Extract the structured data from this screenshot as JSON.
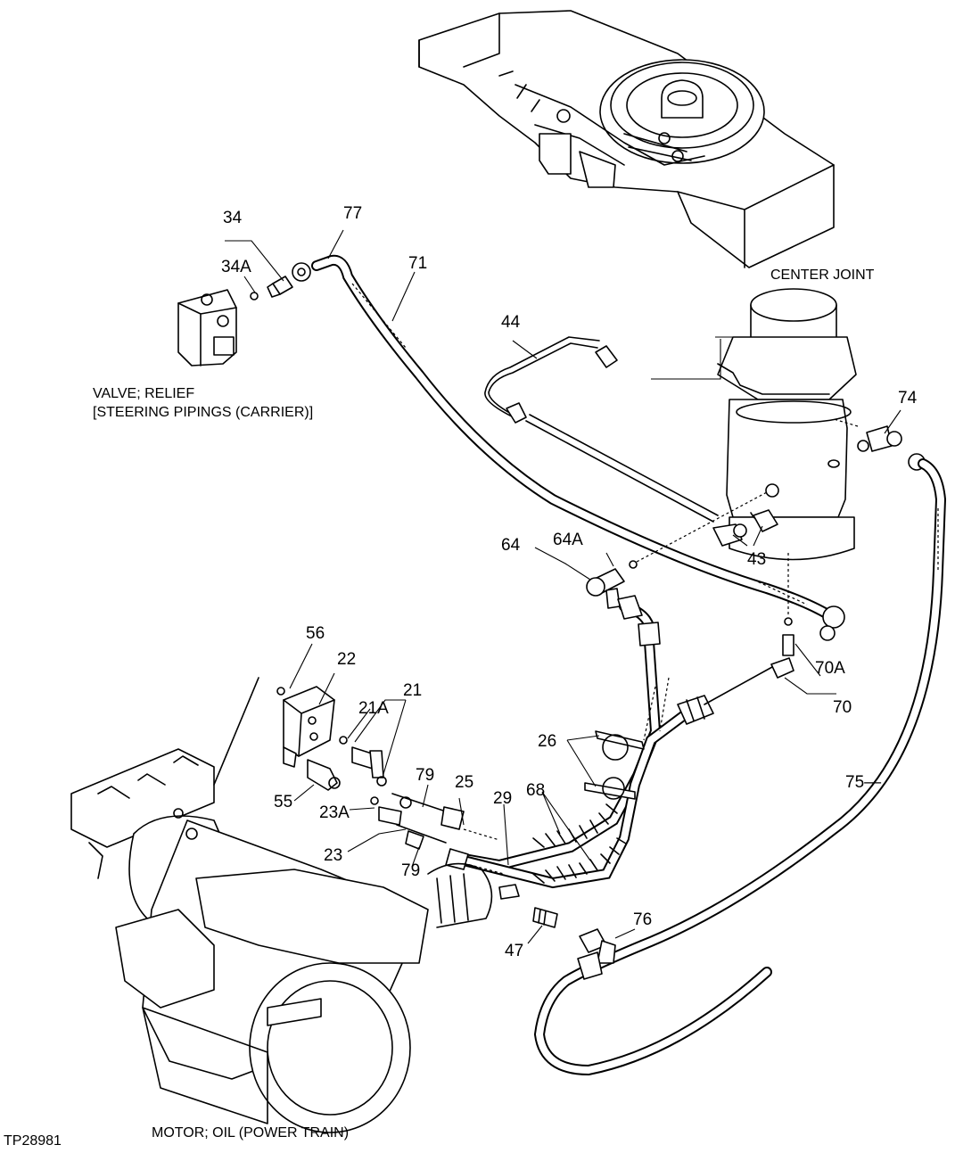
{
  "labels": {
    "center_joint": "CENTER JOINT",
    "relief_valve_line1": "VALVE; RELIEF",
    "relief_valve_line2": "[STEERING PIPINGS (CARRIER)]",
    "motor": "MOTOR; OIL (POWER TRAIN)",
    "figure_id": "TP28981"
  },
  "callouts": {
    "p34": "34",
    "p34A": "34A",
    "p77": "77",
    "p71": "71",
    "p44": "44",
    "p74": "74",
    "p64": "64",
    "p64A": "64A",
    "p43": "43",
    "p56": "56",
    "p22": "22",
    "p21": "21",
    "p21A": "21A",
    "p26": "26",
    "p70A": "70A",
    "p70": "70",
    "p79a": "79",
    "p25": "25",
    "p29": "29",
    "p68": "68",
    "p55": "55",
    "p23A": "23A",
    "p23": "23",
    "p79b": "79",
    "p75": "75—",
    "p76": "76",
    "p47": "47"
  }
}
